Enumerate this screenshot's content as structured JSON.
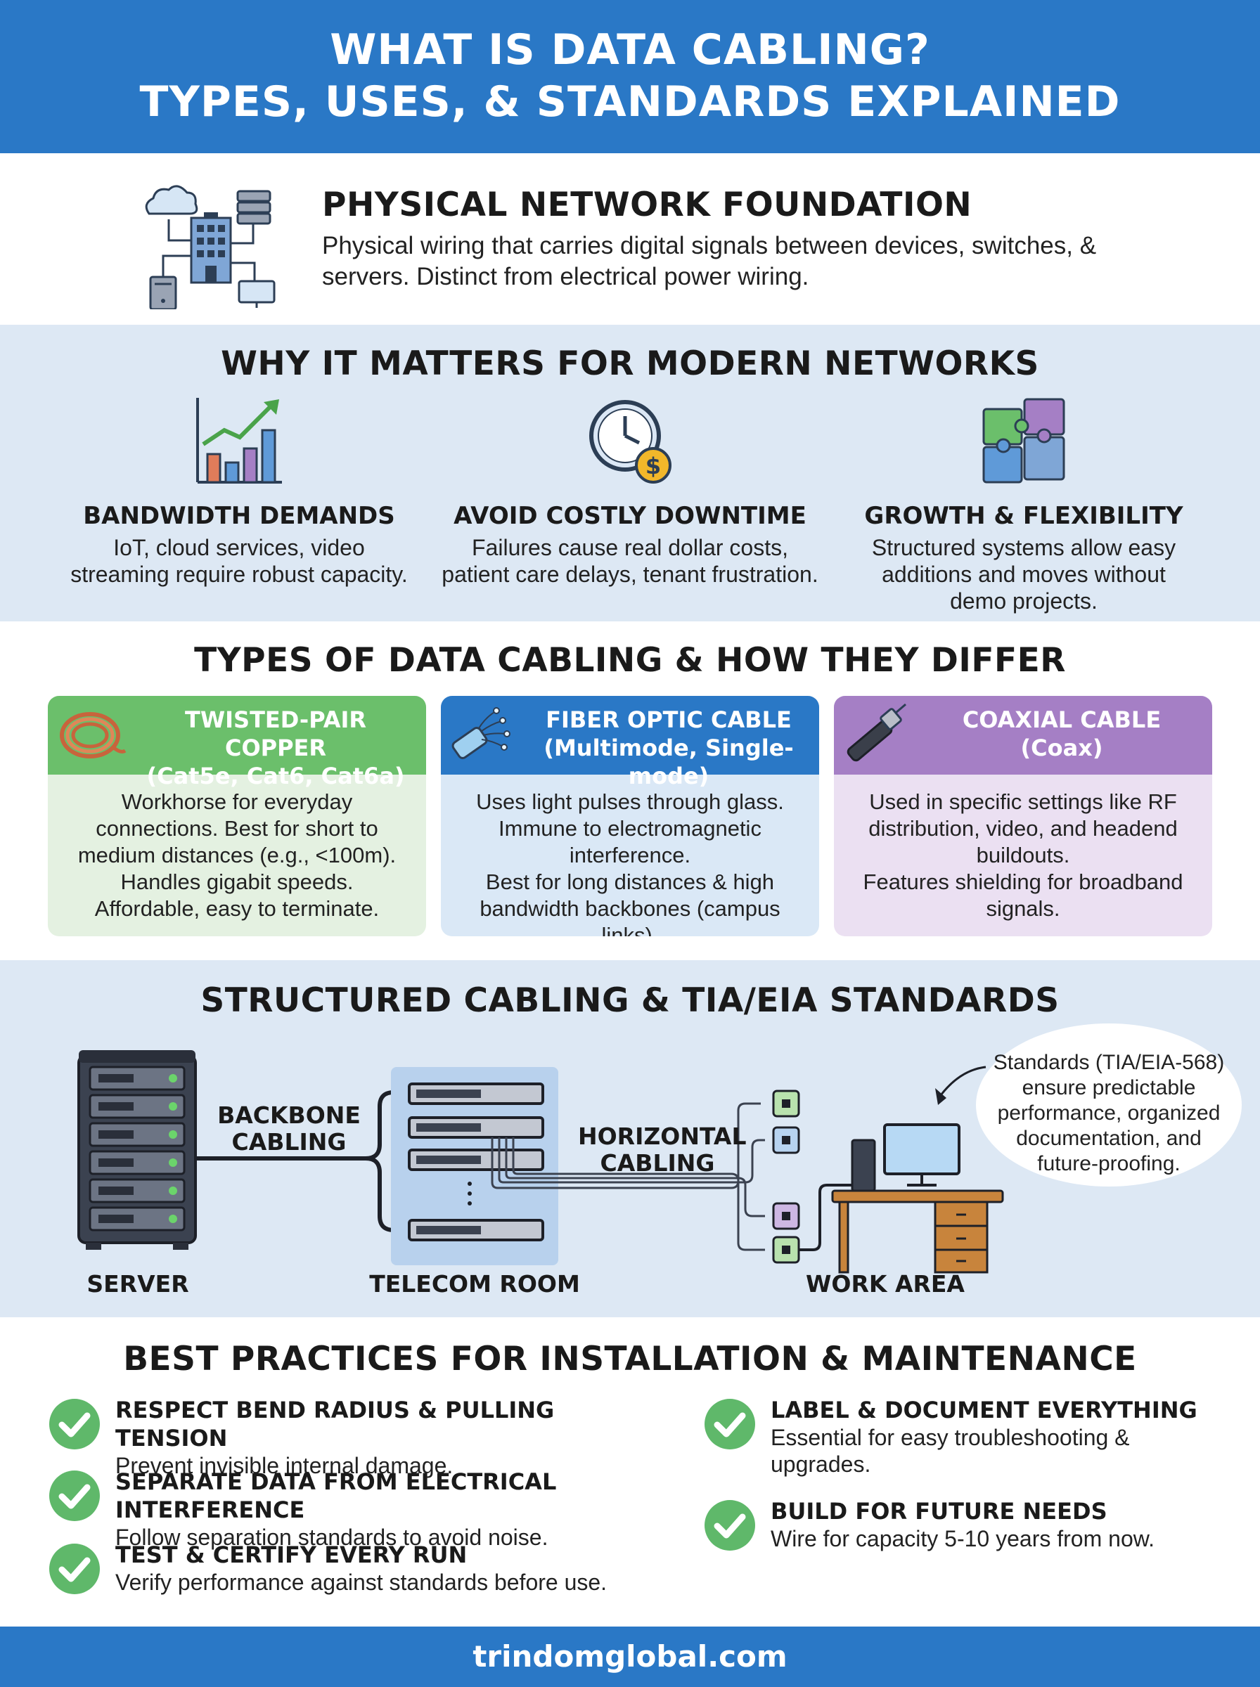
{
  "header": {
    "title_line1": "WHAT IS DATA CABLING?",
    "title_line2": "TYPES, USES, & STANDARDS EXPLAINED"
  },
  "foundation": {
    "title": "PHYSICAL NETWORK FOUNDATION",
    "desc_line1": "Physical wiring that carries digital signals between devices, switches, &",
    "desc_line2": "servers. Distinct from electrical power wiring."
  },
  "why": {
    "title": "WHY IT MATTERS FOR MODERN NETWORKS",
    "items": [
      {
        "heading": "BANDWIDTH DEMANDS",
        "line1": "IoT, cloud services, video",
        "line2": "streaming require robust capacity.",
        "line3": ""
      },
      {
        "heading": "AVOID COSTLY DOWNTIME",
        "line1": "Failures cause real dollar costs,",
        "line2": "patient care delays, tenant frustration.",
        "line3": ""
      },
      {
        "heading": "GROWTH & FLEXIBILITY",
        "line1": "Structured systems allow easy",
        "line2": "additions and moves without",
        "line3": "demo projects."
      }
    ]
  },
  "types": {
    "title": "TYPES OF DATA CABLING & HOW THEY DIFFER",
    "cards": [
      {
        "title1": "TWISTED-PAIR COPPER",
        "title2": "(Cat5e, Cat6, Cat6a)",
        "lines": [
          "Workhorse for everyday",
          "connections. Best for short to",
          "medium distances (e.g., <100m).",
          "Handles gigabit speeds.",
          "Affordable, easy to terminate."
        ]
      },
      {
        "title1": "FIBER OPTIC CABLE",
        "title2": "(Multimode, Single-mode)",
        "lines": [
          "Uses light pulses through glass.",
          "Immune to electromagnetic",
          "interference.",
          "Best for long distances & high",
          "bandwidth backbones (campus links)."
        ]
      },
      {
        "title1": "COAXIAL CABLE",
        "title2": "(Coax)",
        "lines": [
          "Used in specific settings like RF",
          "distribution, video, and headend",
          "buildouts.",
          "Features shielding for broadband",
          "signals."
        ]
      }
    ],
    "colors": {
      "copper": "#6bbf6b",
      "fiber": "#2a78c6",
      "coax": "#a57fc5"
    }
  },
  "structured": {
    "title": "STRUCTURED CABLING & TIA/EIA STANDARDS",
    "backbone_l1": "BACKBONE",
    "backbone_l2": "CABLING",
    "horizontal_l1": "HORIZONTAL",
    "horizontal_l2": "CABLING",
    "server": "SERVER",
    "telecom": "TELECOM ROOM",
    "work_area": "WORK AREA",
    "bubble_lines": [
      "Standards (TIA/EIA-568)",
      "ensure predictable",
      "performance, organized",
      "documentation, and",
      "future-proofing."
    ]
  },
  "best": {
    "title": "BEST PRACTICES FOR INSTALLATION & MAINTENANCE",
    "left": [
      {
        "heading": "RESPECT BEND RADIUS & PULLING TENSION",
        "text": "Prevent invisible internal damage.",
        "text2": ""
      },
      {
        "heading": "SEPARATE DATA FROM ELECTRICAL INTERFERENCE",
        "text": "Follow separation standards to avoid noise.",
        "text2": ""
      },
      {
        "heading": "TEST & CERTIFY EVERY RUN",
        "text": "Verify performance against standards before use.",
        "text2": ""
      }
    ],
    "right": [
      {
        "heading": "LABEL & DOCUMENT EVERYTHING",
        "text": "Essential for easy troubleshooting &",
        "text2": "upgrades."
      },
      {
        "heading": "BUILD FOR FUTURE NEEDS",
        "text": "Wire for capacity 5-10 years from now.",
        "text2": ""
      }
    ]
  },
  "footer": {
    "site": "trindomglobal.com"
  }
}
